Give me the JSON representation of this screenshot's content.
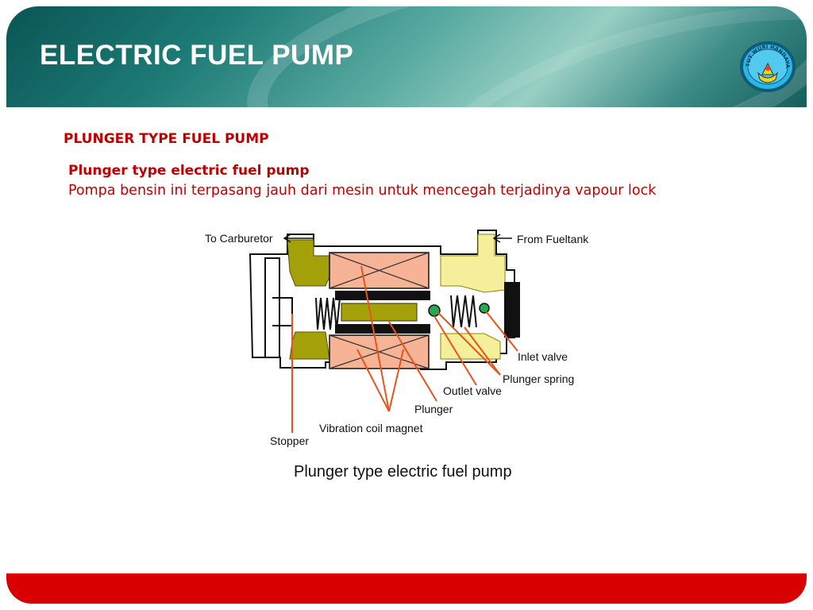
{
  "slide": {
    "title": "ELECTRIC FUEL PUMP",
    "section_title": "PLUNGER TYPE FUEL PUMP",
    "subheading": "Plunger type electric fuel pump",
    "description": "Pompa bensin ini terpasang jauh dari mesin untuk mencegah terjadinya vapour lock",
    "logo_text": "TUT WURI HANDAYANI"
  },
  "diagram": {
    "caption": "Plunger type electric fuel pump",
    "labels": {
      "to_carburetor": "To Carburetor",
      "from_fueltank": "From Fueltank",
      "inlet_valve": "Inlet valve",
      "plunger_spring": "Plunger spring",
      "outlet_valve": "Outlet valve",
      "plunger": "Plunger",
      "vibration_coil_magnet": "Vibration coil magnet",
      "stopper": "Stopper"
    }
  },
  "colors": {
    "title_red": "#c00000",
    "footer_red": "#d80000",
    "header_teal": "#1d7a75",
    "coil_salmon": "#f6b395",
    "olive": "#a3a00a",
    "fuel_yellow": "#f5ef9c",
    "leader_orange": "#e8541c"
  }
}
